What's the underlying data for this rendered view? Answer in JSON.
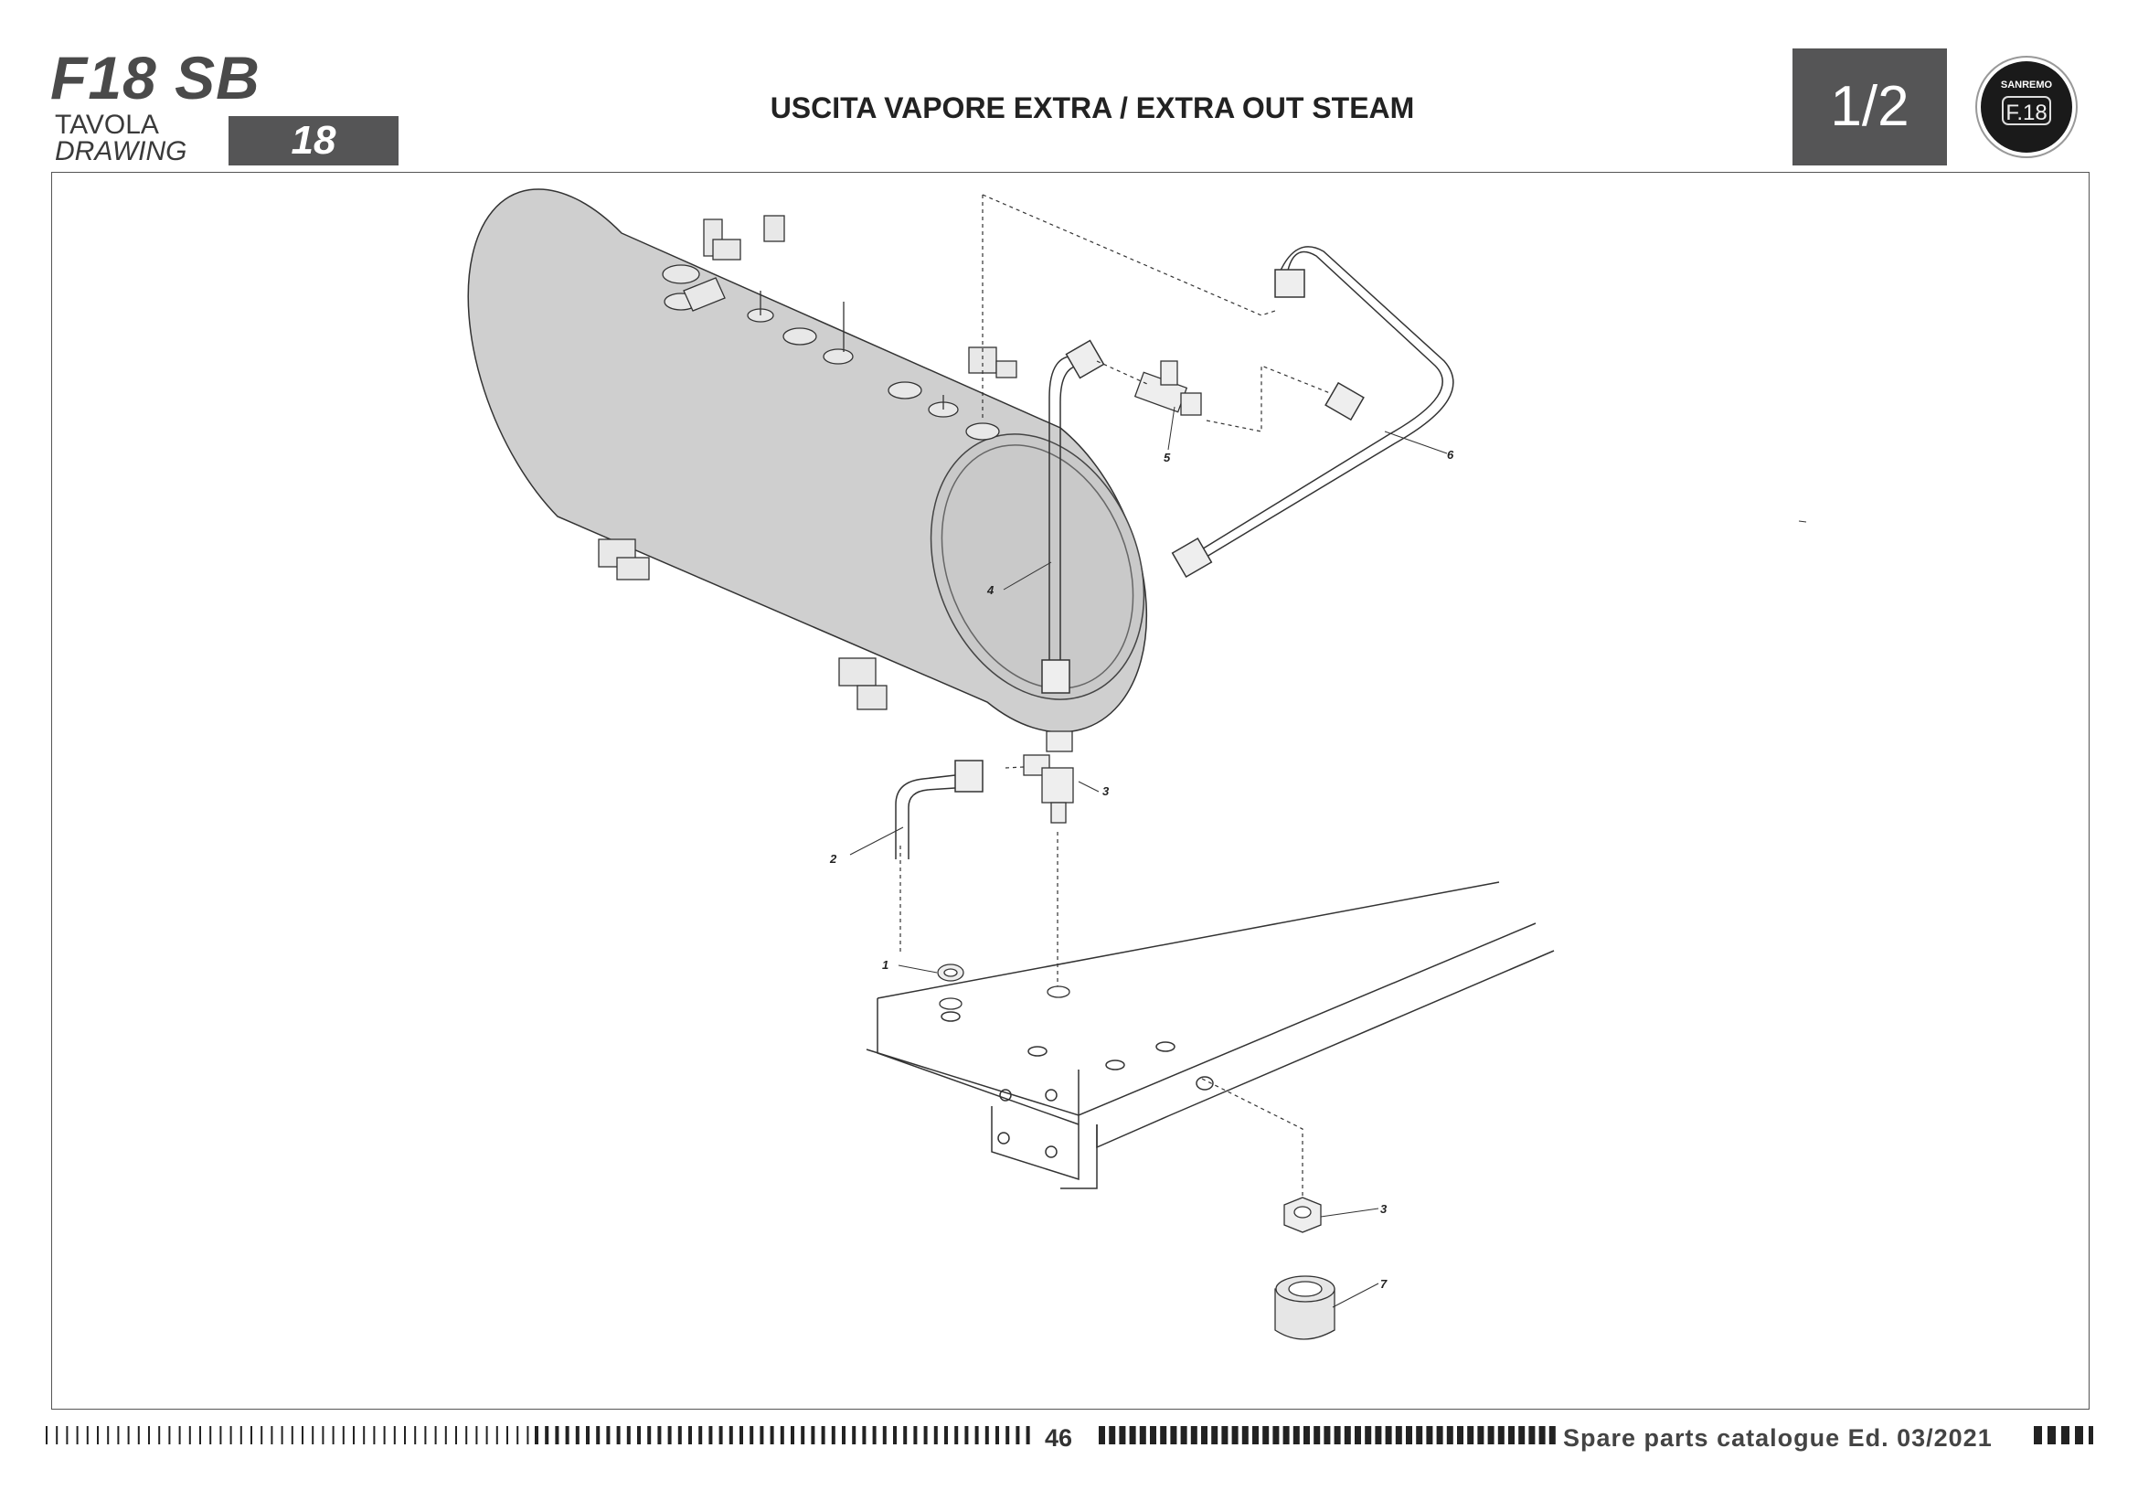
{
  "header": {
    "model": "F18 SB",
    "tavola_label": "TAVOLA",
    "drawing_label": "DRAWING",
    "drawing_number": "18",
    "title": "USCITA VAPORE EXTRA / EXTRA OUT STEAM",
    "page_fraction": "1/2",
    "logo_brand": "SANREMO",
    "logo_model": "F.18"
  },
  "callouts": [
    "1",
    "2",
    "3",
    "4",
    "5",
    "6",
    "3",
    "7"
  ],
  "footer": {
    "page_number": "46",
    "catalog_text": "Spare parts catalogue Ed. 03/2021"
  },
  "colors": {
    "dark_box": "#555556",
    "boiler_fill": "#cfcfcf",
    "line": "#333333"
  }
}
